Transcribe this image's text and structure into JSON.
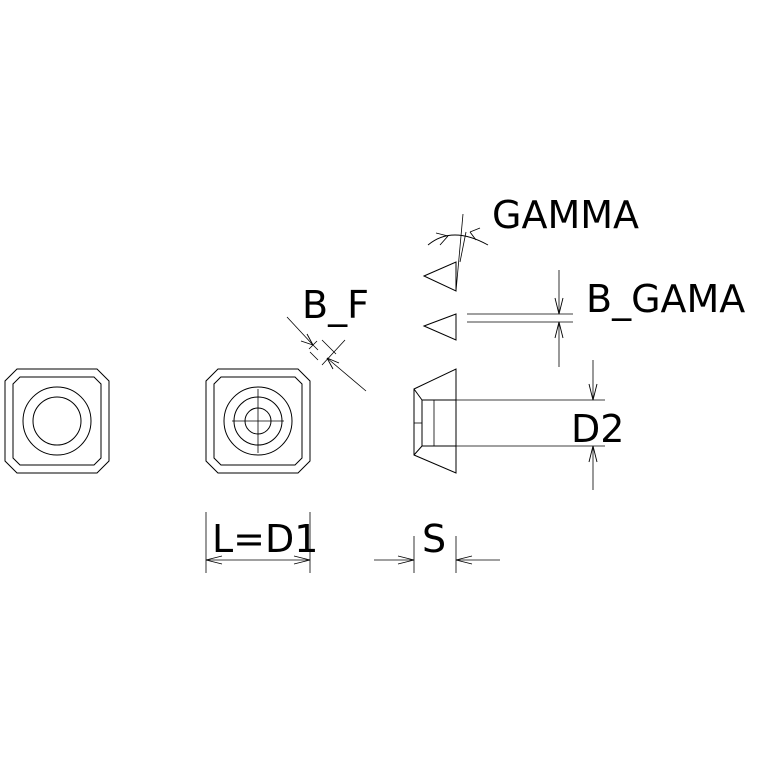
{
  "diagram": {
    "labels": {
      "gamma": "GAMMA",
      "b_gama": "B_GAMA",
      "b_f": "B_F",
      "d2": "D2",
      "l_d1": "L=D1",
      "s": "S"
    },
    "colors": {
      "background": "#ffffff",
      "line": "#000000"
    }
  }
}
